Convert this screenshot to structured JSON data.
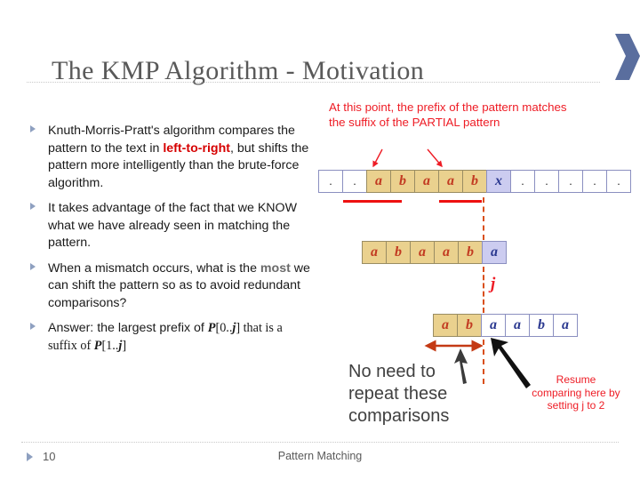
{
  "slide": {
    "title": "The KMP Algorithm - Motivation",
    "page_number": "10",
    "footer_center": "Pattern Matching",
    "accent_color": "#ee1c25",
    "chevron_color": "#5a6e9e",
    "bullet_marker_color": "#8ea0c0",
    "cell_yellow": "#ead18e",
    "cell_lavender": "#ccccf0",
    "dash_color": "#d94f1a"
  },
  "bullets": [
    {
      "id": "bullet-kmp-compare",
      "parts": [
        {
          "text": "Knuth-Morris-Pratt's algorithm compares the pattern to the text in ",
          "style": "plain"
        },
        {
          "text": "left-to-right",
          "style": "red-bold"
        },
        {
          "text": ", but shifts the pattern more intelligently than the brute-force algorithm.",
          "style": "plain"
        }
      ]
    },
    {
      "id": "bullet-advantage",
      "parts": [
        {
          "text": "It takes advantage of the fact that we KNOW what we have already seen in matching the pattern.",
          "style": "plain"
        }
      ]
    },
    {
      "id": "bullet-mismatch",
      "parts": [
        {
          "text": "When a mismatch occurs, what is the ",
          "style": "plain"
        },
        {
          "text": "most",
          "style": "gray-bold"
        },
        {
          "text": " we can shift the pattern so as to avoid redundant comparisons?",
          "style": "plain"
        }
      ]
    },
    {
      "id": "bullet-answer",
      "parts": [
        {
          "text": "Answer: the largest prefix of ",
          "style": "plain"
        },
        {
          "text": "P",
          "style": "math-var"
        },
        {
          "text": "[0..",
          "style": "math-plain"
        },
        {
          "text": "j",
          "style": "math-var"
        },
        {
          "text": "] that is a suffix of ",
          "style": "plain"
        },
        {
          "text": "P",
          "style": "math-var"
        },
        {
          "text": "[1..",
          "style": "math-plain"
        },
        {
          "text": "j",
          "style": "math-var"
        },
        {
          "text": "]",
          "style": "math-plain"
        }
      ]
    }
  ],
  "annotations": {
    "top_note": "At this point, the prefix of the pattern matches the suffix of the PARTIAL pattern",
    "no_need_note": "No need to repeat these comparisons",
    "resume_note": "Resume comparing here by setting j to 2",
    "j_label": "j"
  },
  "diagram": {
    "rows": [
      {
        "id": "text-row",
        "label": "text",
        "cells": [
          {
            "value": ".",
            "fill": "white",
            "kind": "dot"
          },
          {
            "value": ".",
            "fill": "white",
            "kind": "dot"
          },
          {
            "value": "a",
            "fill": "yellow",
            "kind": "letter"
          },
          {
            "value": "b",
            "fill": "yellow",
            "kind": "letter"
          },
          {
            "value": "a",
            "fill": "yellow",
            "kind": "letter"
          },
          {
            "value": "a",
            "fill": "yellow",
            "kind": "letter"
          },
          {
            "value": "b",
            "fill": "yellow",
            "kind": "letter"
          },
          {
            "value": "x",
            "fill": "lavender",
            "kind": "letter"
          },
          {
            "value": ".",
            "fill": "white",
            "kind": "dot"
          },
          {
            "value": ".",
            "fill": "white",
            "kind": "dot"
          },
          {
            "value": ".",
            "fill": "white",
            "kind": "dot"
          },
          {
            "value": ".",
            "fill": "white",
            "kind": "dot"
          },
          {
            "value": ".",
            "fill": "white",
            "kind": "dot"
          }
        ]
      },
      {
        "id": "pattern-row-before",
        "label": "pattern before shift",
        "cells": [
          {
            "value": "a",
            "fill": "yellow",
            "kind": "letter"
          },
          {
            "value": "b",
            "fill": "yellow",
            "kind": "letter"
          },
          {
            "value": "a",
            "fill": "yellow",
            "kind": "letter"
          },
          {
            "value": "a",
            "fill": "yellow",
            "kind": "letter"
          },
          {
            "value": "b",
            "fill": "yellow",
            "kind": "letter"
          },
          {
            "value": "a",
            "fill": "lavender",
            "kind": "letter"
          }
        ]
      },
      {
        "id": "pattern-row-after",
        "label": "pattern after shift",
        "cells": [
          {
            "value": "a",
            "fill": "yellow",
            "kind": "letter"
          },
          {
            "value": "b",
            "fill": "yellow",
            "kind": "letter"
          },
          {
            "value": "a",
            "fill": "white",
            "kind": "letter"
          },
          {
            "value": "a",
            "fill": "white",
            "kind": "letter"
          },
          {
            "value": "b",
            "fill": "white",
            "kind": "letter"
          },
          {
            "value": "a",
            "fill": "white",
            "kind": "letter"
          }
        ]
      }
    ]
  }
}
